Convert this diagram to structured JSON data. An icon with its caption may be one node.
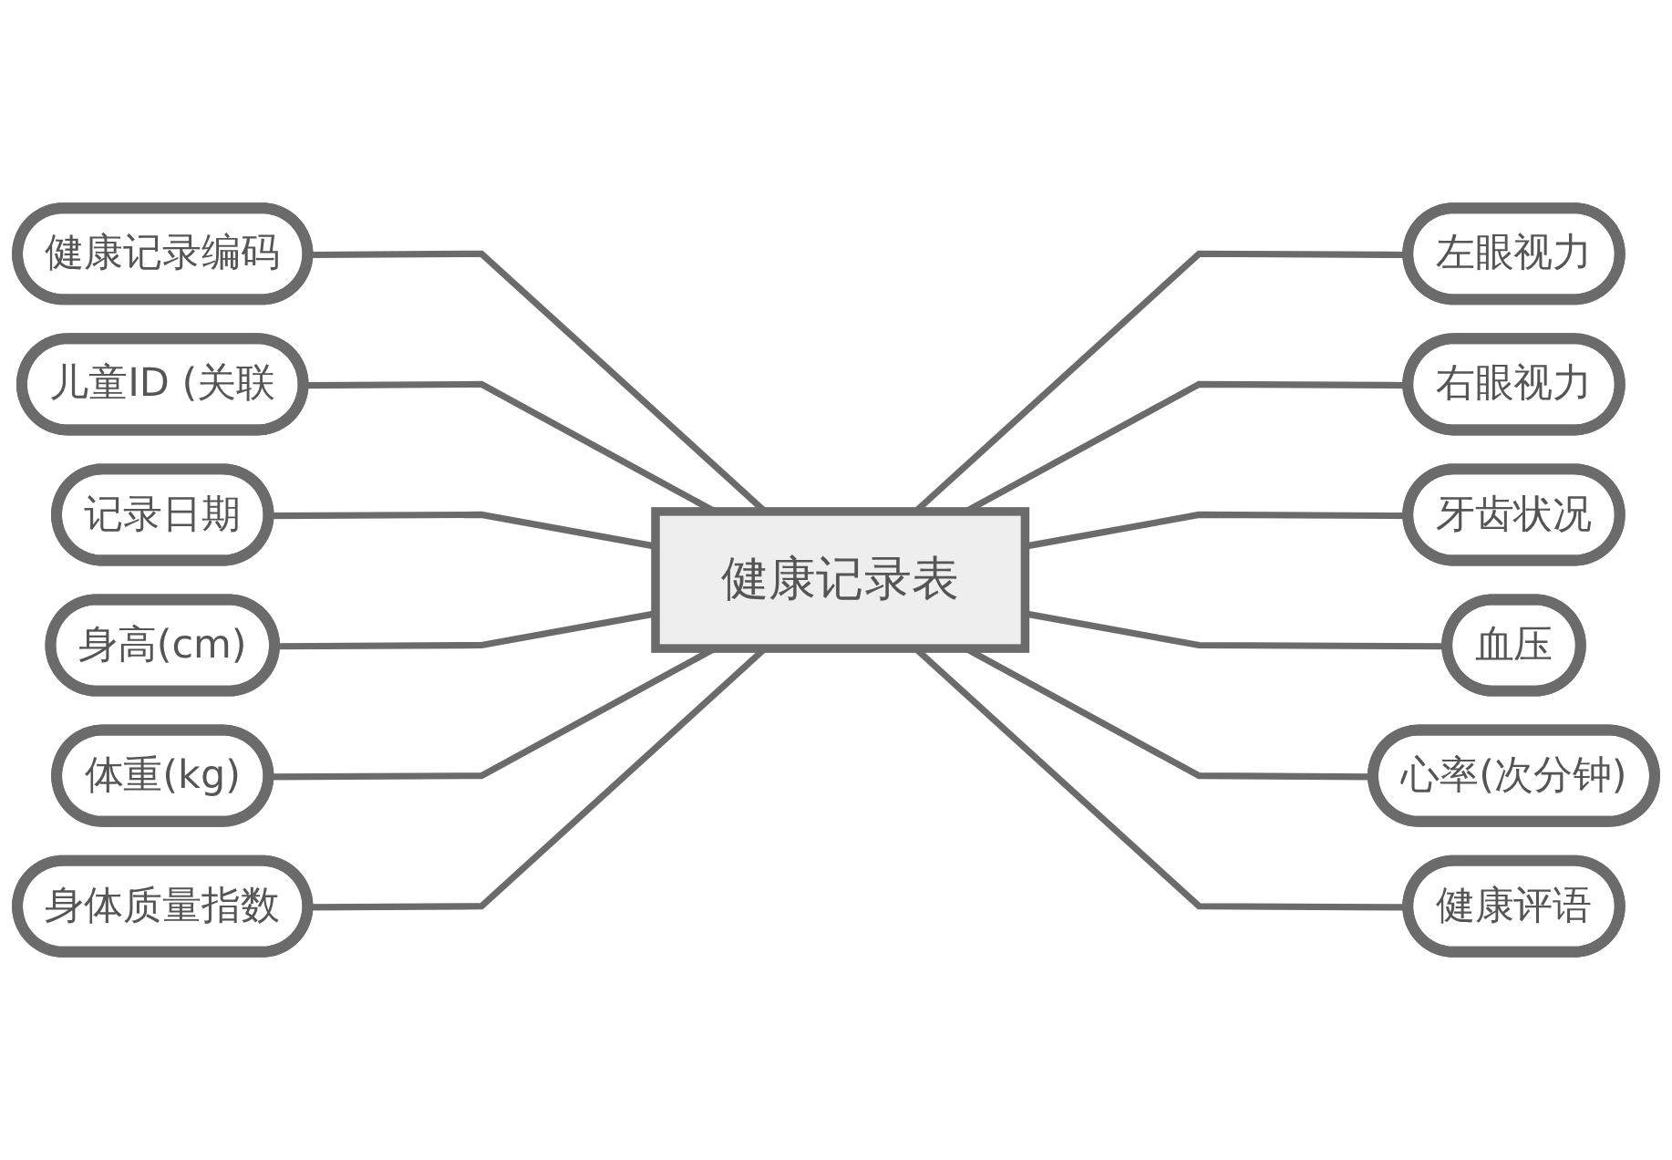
{
  "diagram": {
    "nodes": [
      {
        "text": [
          "健康记录编码"
        ]
      },
      {
        "text": [
          "儿童ID (关联"
        ]
      },
      {
        "text": [
          "记录日期"
        ]
      },
      {
        "text": [
          "身高(cm)"
        ]
      },
      {
        "text": [
          "体重(kg)"
        ]
      },
      {
        "text": [
          "身体质量指数"
        ]
      },
      {
        "text": [
          "健康记录表"
        ]
      },
      {
        "text": [
          "左眼视力"
        ]
      },
      {
        "text": [
          "右眼视力"
        ]
      },
      {
        "text": [
          "牙齿状况"
        ]
      },
      {
        "text": [
          "血压"
        ]
      },
      {
        "text": [
          "心率(次分钟)"
        ]
      },
      {
        "text": [
          "健康评语"
        ]
      }
    ],
    "edges": [
      {
        "from": 0,
        "to": 6,
        "arrow": "none"
      },
      {
        "from": 1,
        "to": 6,
        "arrow": "none"
      },
      {
        "from": 2,
        "to": 6,
        "arrow": "none"
      },
      {
        "from": 3,
        "to": 6,
        "arrow": "none"
      },
      {
        "from": 4,
        "to": 6,
        "arrow": "none"
      },
      {
        "from": 5,
        "to": 6,
        "arrow": "none"
      },
      {
        "from": 6,
        "to": 7,
        "arrow": "none"
      },
      {
        "from": 6,
        "to": 8,
        "arrow": "none"
      },
      {
        "from": 6,
        "to": 9,
        "arrow": "none"
      },
      {
        "from": 6,
        "to": 10,
        "arrow": "none"
      },
      {
        "from": 6,
        "to": 11,
        "arrow": "none"
      },
      {
        "from": 6,
        "to": 12,
        "arrow": "none"
      }
    ]
  }
}
